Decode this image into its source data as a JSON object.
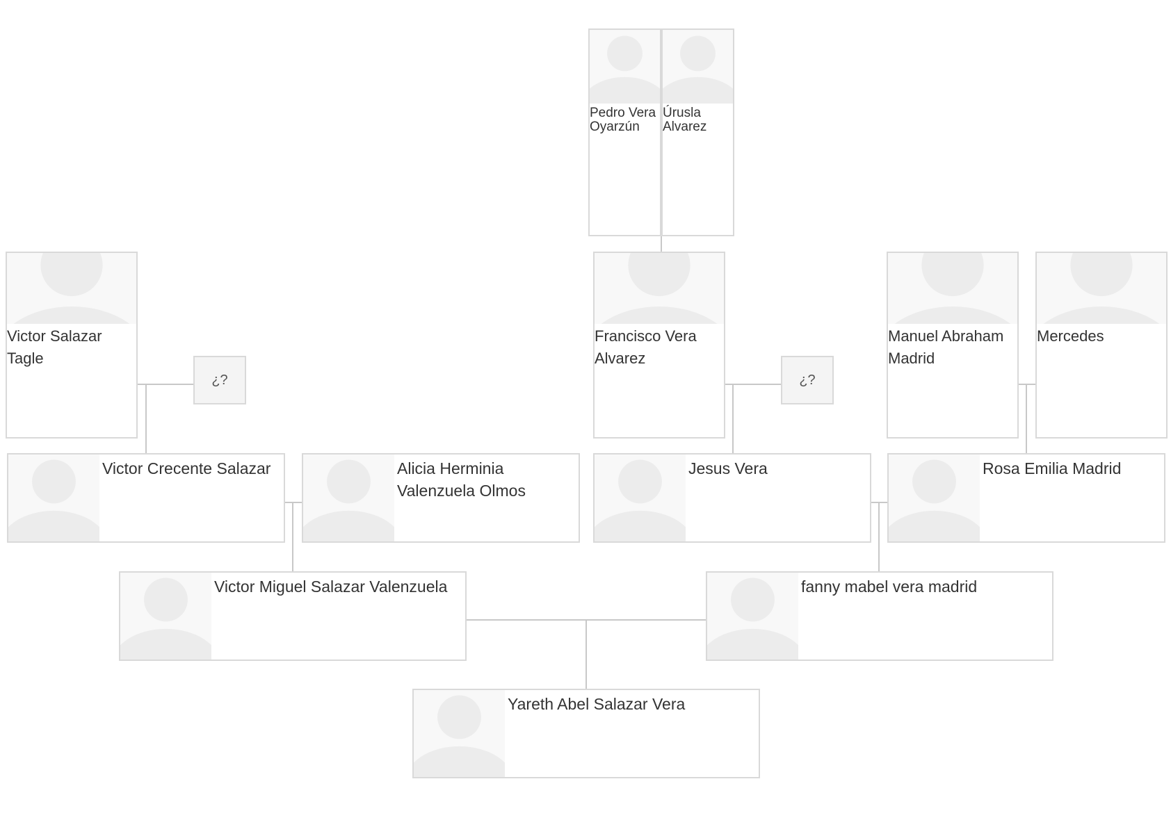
{
  "people": {
    "pedro": "Pedro Vera Oyarzún",
    "urusla": "Úrusla Alvarez",
    "victor_tagle": "Victor Salazar Tagle",
    "francisco": "Francisco Vera Alvarez",
    "manuel": "Manuel Abraham Madrid",
    "mercedes": "Mercedes",
    "victor_crecente": "Victor Crecente Salazar",
    "alicia": "Alicia Herminia Valenzuela Olmos",
    "jesus": "Jesus Vera",
    "rosa": "Rosa Emilia Madrid",
    "victor_miguel": "Victor Miguel Salazar Valenzuela",
    "fanny": "fanny mabel vera madrid",
    "yareth": "Yareth Abel Salazar Vera"
  },
  "unknown_spouse_label": "¿?",
  "icons": {
    "avatar": "person-silhouette-icon"
  },
  "colors": {
    "border": "#d9d9d9",
    "connector": "#c8c8c8",
    "avatar_bg": "#f8f8f8",
    "silhouette": "#ececec",
    "text": "#333333",
    "unknown_bg": "#f4f4f4"
  }
}
